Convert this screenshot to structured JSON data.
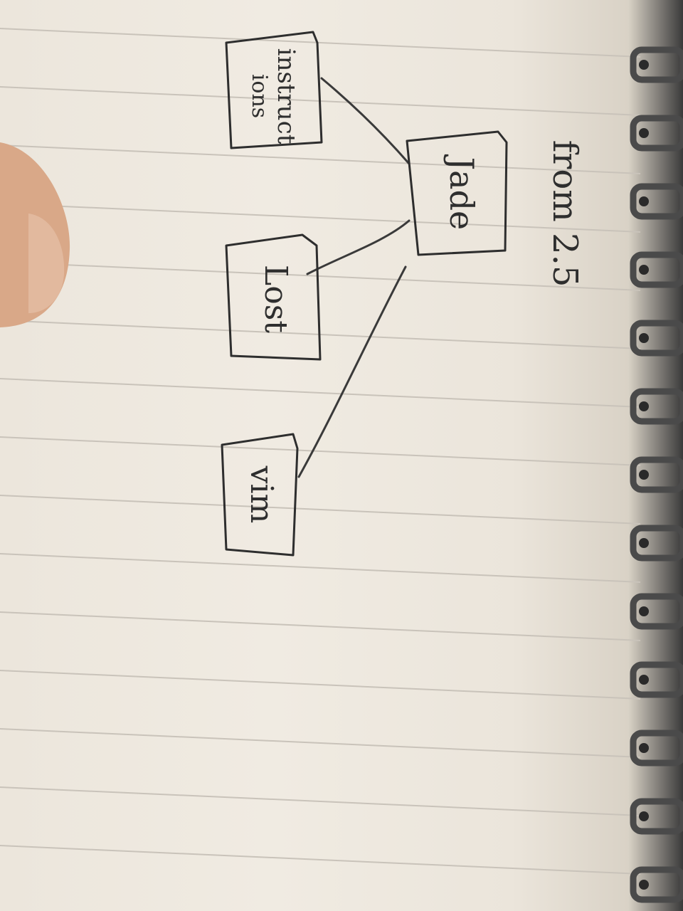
{
  "diagram": {
    "center_node": {
      "label": "Jade"
    },
    "nodes": [
      {
        "id": "instruction",
        "label": "instruct\nions"
      },
      {
        "id": "lost",
        "label": "Lost"
      },
      {
        "id": "vim",
        "label": "vim"
      }
    ],
    "edges": [
      {
        "from": "jade",
        "to": "instruction"
      },
      {
        "from": "jade",
        "to": "lost"
      },
      {
        "from": "jade",
        "to": "vim"
      }
    ],
    "caption": "from 2.5"
  },
  "colors": {
    "paper": "#efe9df",
    "ruling": "#c9c3ba",
    "ink": "#2e2e2e",
    "spiral": "#4a4a4a"
  }
}
